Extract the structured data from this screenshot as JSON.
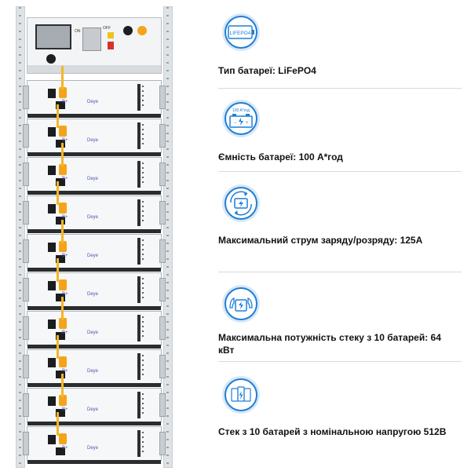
{
  "rack": {
    "module_bplus": "B+",
    "module_brand": "Deye",
    "controller_on": "ON",
    "controller_off": "OFF"
  },
  "features": [
    {
      "icon": "lifepo4-battery-icon",
      "icon_text": "LIFEPO4",
      "title": "Тип батареї: LiFePO4"
    },
    {
      "icon": "battery-capacity-icon",
      "icon_text": "100 A*год",
      "title": "Ємність батареї: 100 А*год"
    },
    {
      "icon": "charge-discharge-icon",
      "icon_text": "",
      "title": "Максимальний струм заряду/розряду: 125А"
    },
    {
      "icon": "stack-power-icon",
      "icon_text": "",
      "title": "Максимальна потужність стеку з 10 батарей: 64 кВт"
    },
    {
      "icon": "battery-stack-icon",
      "icon_text": "",
      "title": "Стек з 10 батарей з номінальною напругою 512В"
    }
  ],
  "colors": {
    "accent_blue": "#1e7fd6",
    "icon_ring": "#d9e8f7",
    "cable_orange": "#f4a41b"
  }
}
